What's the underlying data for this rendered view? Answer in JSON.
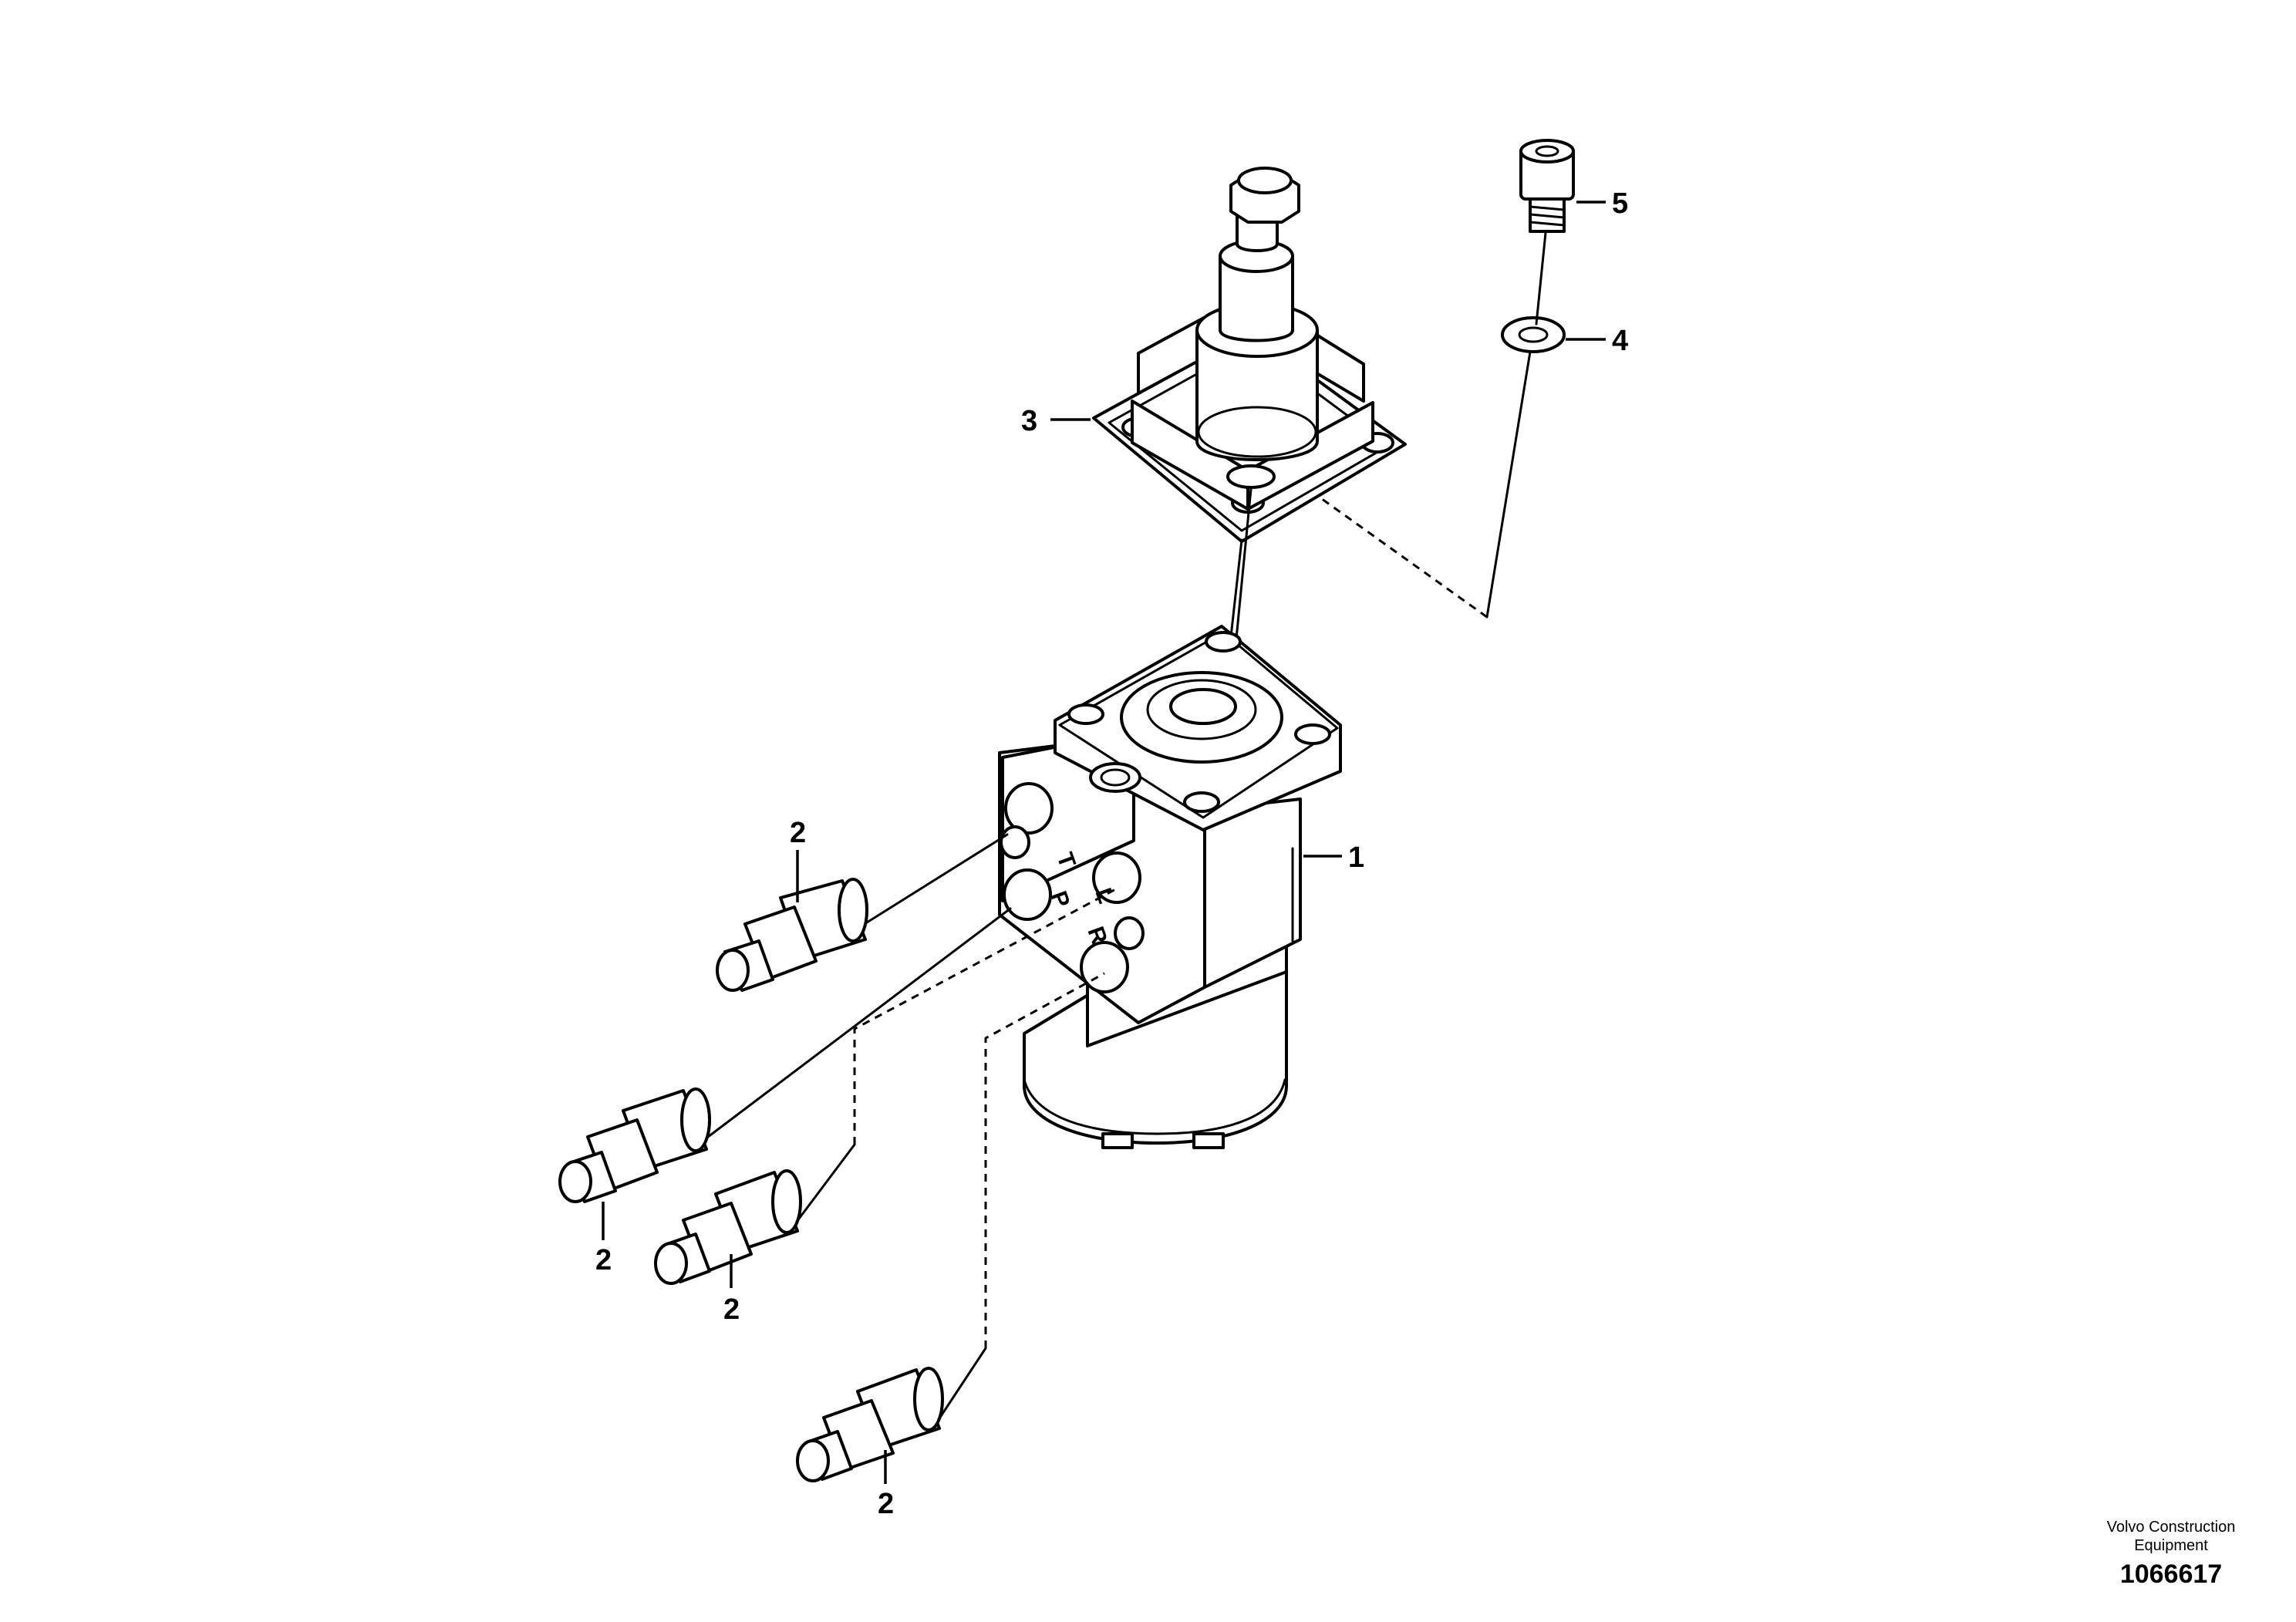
{
  "callouts": {
    "part_1": "1",
    "part_2": "2",
    "part_3": "3",
    "part_4": "4",
    "part_5": "5"
  },
  "port_markings": [
    "T",
    "P",
    "L",
    "R"
  ],
  "footer": {
    "brand": "Volvo Construction Equipment",
    "drawing_number": "1066617"
  }
}
